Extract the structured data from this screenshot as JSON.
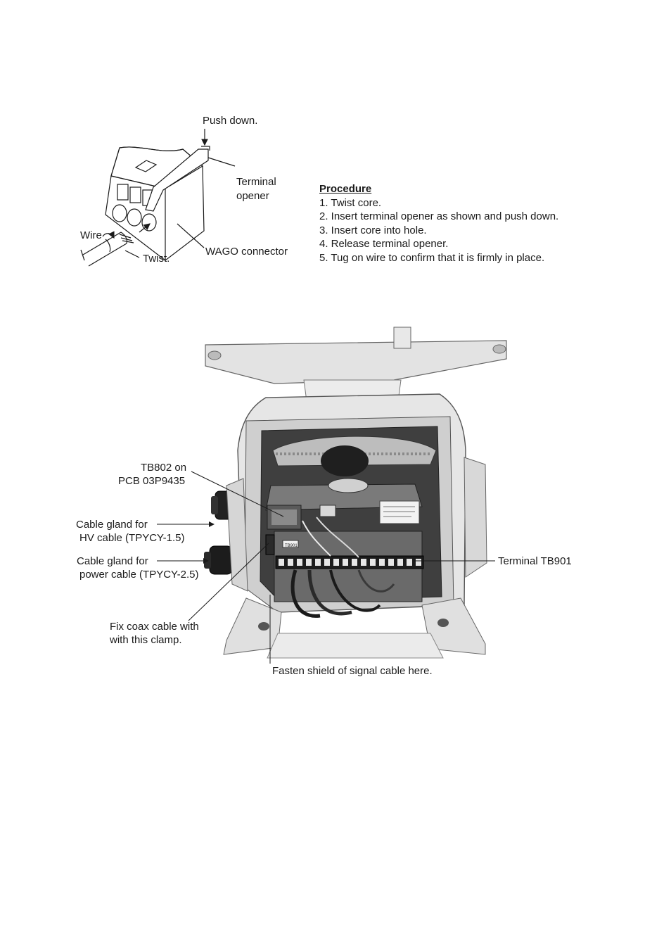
{
  "wago_diagram": {
    "push_down": "Push down.",
    "terminal_opener_line1": "Terminal",
    "terminal_opener_line2": "opener",
    "wire": "Wire",
    "twist": "Twist.",
    "wago_connector": "WAGO connector"
  },
  "procedure": {
    "title": "Procedure",
    "steps": [
      "1. Twist core.",
      "2. Insert terminal opener as shown and push down.",
      "3. Insert core into hole.",
      "4. Release terminal opener.",
      "5. Tug on wire to confirm that it is firmly in place."
    ]
  },
  "unit_photo": {
    "tb802_line1": "TB802 on",
    "tb802_line2": "PCB 03P9435",
    "hv_gland_line1": "Cable gland for",
    "hv_gland_line2": "HV cable (TPYCY-1.5)",
    "power_gland_line1": "Cable gland for",
    "power_gland_line2": "power cable (TPYCY-2.5)",
    "terminal_tb901": "Terminal TB901",
    "coax_clamp_line1": "Fix coax cable with",
    "coax_clamp_line2": "with this clamp.",
    "shield": "Fasten shield of signal cable here.",
    "panel_label": "TB901"
  }
}
